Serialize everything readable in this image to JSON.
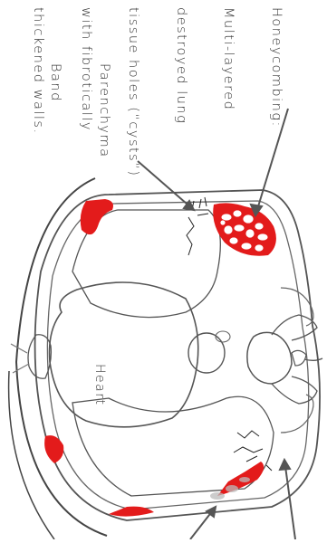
{
  "labels": {
    "honeycombing": [
      "Honeycombing:",
      "Multi-layered",
      "destroyed lung",
      "tissue holes (“cysts”)",
      "with fibrotically",
      "thickened walls."
    ],
    "parenchyma": [
      "Parenchyma",
      "Band"
    ],
    "heart": "Heart"
  },
  "colors": {
    "lesion": "#e31b1b",
    "outline": "#555555",
    "rib_outline": "#888888",
    "ground_glass": "#bbbbbb"
  }
}
